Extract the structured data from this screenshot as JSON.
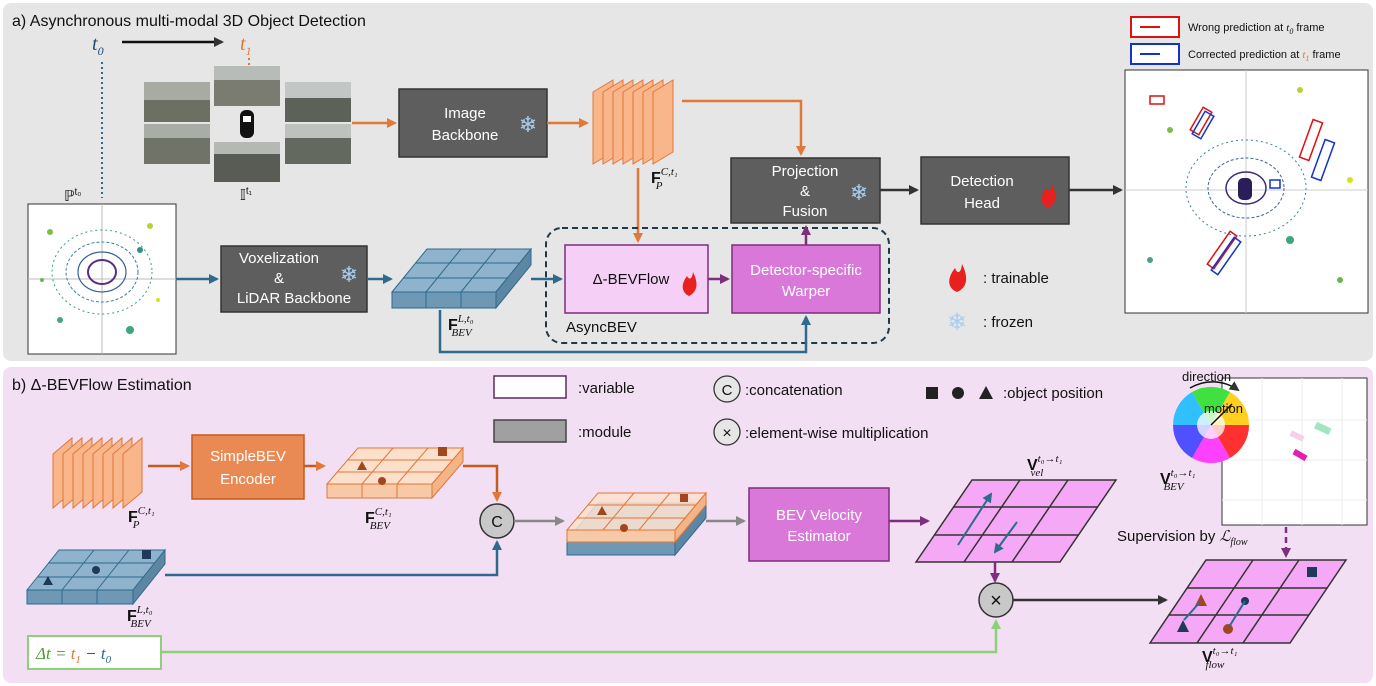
{
  "panel_a": {
    "title": "a) Asynchronous multi-modal 3D Object Detection",
    "t0": "t",
    "t0_sub": "0",
    "t1": "t",
    "t1_sub": "1",
    "image_set_label": "𝕀",
    "image_set_sup": "t₁",
    "lidar_label": "ℙ",
    "lidar_sup": "t₀",
    "image_backbone": [
      "Image",
      "Backbone"
    ],
    "voxelization": [
      "Voxelization",
      "&",
      "LiDAR Backbone"
    ],
    "projection": [
      "Projection",
      "&",
      "Fusion"
    ],
    "detection_head": [
      "Detection",
      "Head"
    ],
    "bevflow": "Δ-BEVFlow",
    "warper": [
      "Detector-specific",
      "Warper"
    ],
    "asyncbev": "AsyncBEV",
    "feat_cam": "F",
    "feat_cam_sup": "C,t₁",
    "feat_cam_sub": "P",
    "feat_lidar": "F",
    "feat_lidar_sup": "L,t₀",
    "feat_lidar_sub": "BEV",
    "legend_trainable": ": trainable",
    "legend_frozen": ": frozen",
    "legend_wrong": "Wrong prediction at ",
    "legend_wrong_t": "t",
    "legend_wrong_tsub": "0",
    "legend_wrong_tail": " frame",
    "legend_corrected": "Corrected prediction at ",
    "legend_corrected_t": "t",
    "legend_corrected_tsub": "1",
    "legend_corrected_tail": " frame"
  },
  "panel_b": {
    "title": "b) Δ-BEVFlow Estimation",
    "legend_variable": ":variable",
    "legend_module": ":module",
    "legend_concat_sym": "C",
    "legend_concat": ":concatenation",
    "legend_mult_sym": "×",
    "legend_mult": ":element-wise multiplication",
    "legend_object": ":object position",
    "simplebev": [
      "SimpleBEV",
      "Encoder"
    ],
    "velocity_estimator": [
      "BEV Velocity",
      "Estimator"
    ],
    "feat_cam": "F",
    "feat_cam_sup": "C,t₁",
    "feat_cam_sub": "P",
    "feat_cam_bev": "F",
    "feat_cam_bev_sup": "C,t₁",
    "feat_cam_bev_sub": "BEV",
    "feat_lidar_bev": "F",
    "feat_lidar_bev_sup": "L,t₀",
    "feat_lidar_bev_sub": "BEV",
    "v_vel": "V",
    "v_vel_sup": "t₀→t₁",
    "v_vel_sub": "vel",
    "v_bev": "V",
    "v_bev_sup": "t₀→t₁",
    "v_bev_sub": "BEV",
    "v_flow": "V",
    "v_flow_sup": "t₀→t₁",
    "v_flow_sub": "flow",
    "direction": "direction",
    "motion": "motion",
    "supervision": "Supervision by ",
    "supervision_L": "ℒ",
    "supervision_sub": "flow",
    "dt_prefix": "Δt = ",
    "dt_t1": "t",
    "dt_t1_sub": "1",
    "dt_minus": " − ",
    "dt_t0": "t",
    "dt_t0_sub": "0"
  },
  "colors": {
    "panel_a_bg": "#e6e6e6",
    "panel_b_bg": "#f3dff3",
    "dark_module": "#5e5e5e",
    "orange": "#e2773a",
    "blue": "#2e6a8e",
    "purple": "#7d2e7d",
    "magenta_module": "#d978d9",
    "green": "#8ed07a"
  }
}
